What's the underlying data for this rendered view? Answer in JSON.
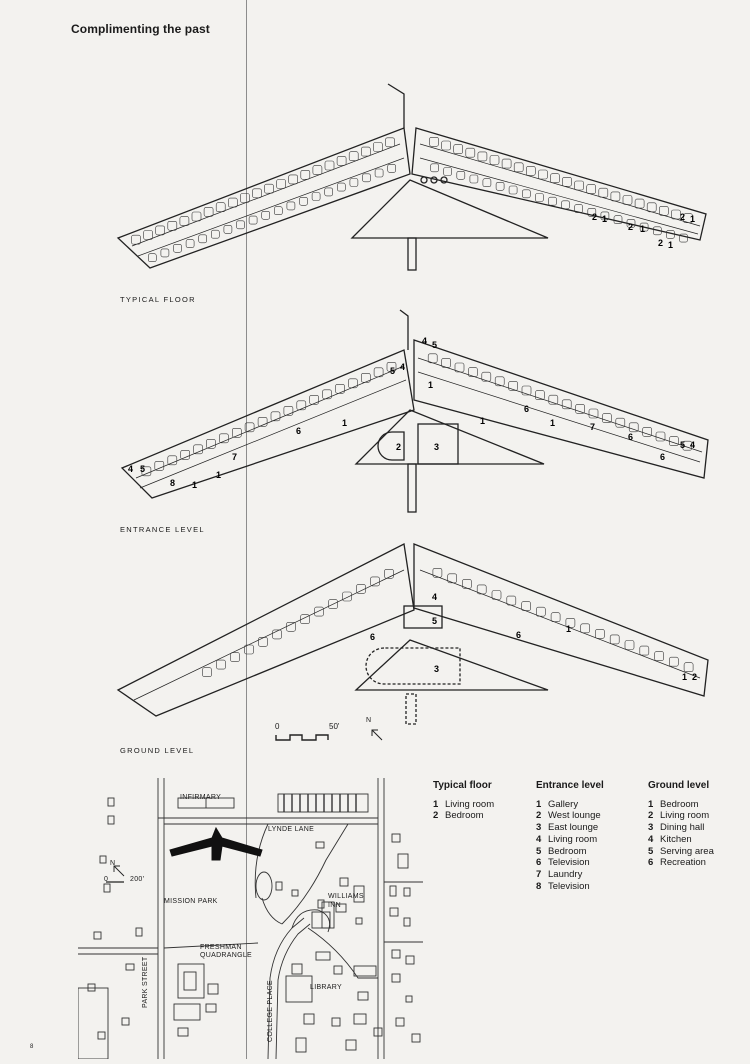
{
  "page": {
    "title": "Complimenting the past",
    "page_number": "8"
  },
  "plans": {
    "typical": {
      "label": "TYPICAL FLOOR",
      "room_numbers": [
        "2",
        "1",
        "2",
        "1",
        "2",
        "1",
        "2",
        "1"
      ]
    },
    "entrance": {
      "label": "ENTRANCE LEVEL",
      "room_numbers": [
        "1",
        "2",
        "3",
        "4",
        "5",
        "5",
        "4",
        "6",
        "7",
        "6",
        "7",
        "8",
        "1",
        "4",
        "5",
        "1",
        "6",
        "1",
        "1",
        "5",
        "4",
        "6",
        "1"
      ]
    },
    "ground": {
      "label": "GROUND LEVEL",
      "room_numbers": [
        "4",
        "5",
        "6",
        "6",
        "3",
        "1",
        "1",
        "2"
      ]
    },
    "scale": {
      "zero": "0",
      "max": "50'",
      "north": "N"
    }
  },
  "legends": [
    {
      "heading": "Typical floor",
      "items": [
        {
          "num": "1",
          "label": "Living room"
        },
        {
          "num": "2",
          "label": "Bedroom"
        }
      ]
    },
    {
      "heading": "Entrance level",
      "items": [
        {
          "num": "1",
          "label": "Gallery"
        },
        {
          "num": "2",
          "label": "West lounge"
        },
        {
          "num": "3",
          "label": "East lounge"
        },
        {
          "num": "4",
          "label": "Living room"
        },
        {
          "num": "5",
          "label": "Bedroom"
        },
        {
          "num": "6",
          "label": "Television"
        },
        {
          "num": "7",
          "label": "Laundry"
        },
        {
          "num": "8",
          "label": "Television"
        }
      ]
    },
    {
      "heading": "Ground level",
      "items": [
        {
          "num": "1",
          "label": "Bedroom"
        },
        {
          "num": "2",
          "label": "Living room"
        },
        {
          "num": "3",
          "label": "Dining hall"
        },
        {
          "num": "4",
          "label": "Kitchen"
        },
        {
          "num": "5",
          "label": "Serving area"
        },
        {
          "num": "6",
          "label": "Recreation"
        }
      ]
    }
  ],
  "site_map": {
    "labels": {
      "infirmary": "INFIRMARY",
      "lynde_lane": "LYNDE LANE",
      "mission_park": "MISSION PARK",
      "williams_inn": "WILLIAMS INN",
      "freshman_quadrangle": "FRESHMAN QUADRANGLE",
      "library": "LIBRARY",
      "park_street": "PARK STREET",
      "college_place": "COLLEGE PLACE",
      "north": "N",
      "scale_zero": "0",
      "scale_max": "200'"
    }
  }
}
